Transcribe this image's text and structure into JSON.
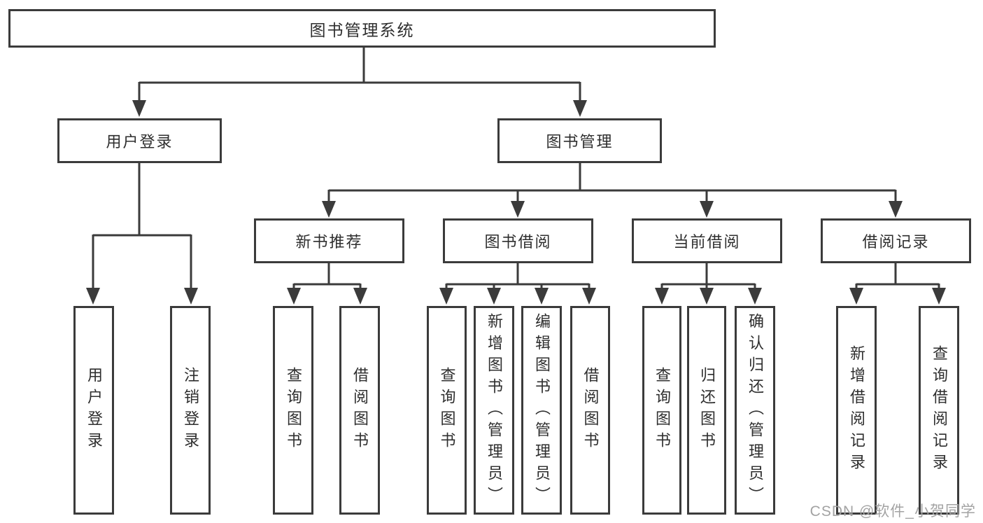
{
  "title": "图书管理系统",
  "tree": {
    "root": {
      "label": "图书管理系统",
      "children": [
        {
          "label": "用户登录",
          "children": [
            {
              "label": "用户登录"
            },
            {
              "label": "注销登录"
            }
          ]
        },
        {
          "label": "图书管理",
          "children": [
            {
              "label": "新书推荐",
              "children": [
                {
                  "label": "查询图书"
                },
                {
                  "label": "借阅图书"
                }
              ]
            },
            {
              "label": "图书借阅",
              "children": [
                {
                  "label": "查询图书"
                },
                {
                  "label": "新增图书（管理员）"
                },
                {
                  "label": "编辑图书（管理员）"
                },
                {
                  "label": "借阅图书"
                }
              ]
            },
            {
              "label": "当前借阅",
              "children": [
                {
                  "label": "查询图书"
                },
                {
                  "label": "归还图书"
                },
                {
                  "label": "确认归还（管理员）"
                }
              ]
            },
            {
              "label": "借阅记录",
              "children": [
                {
                  "label": "新增借阅记录"
                },
                {
                  "label": "查询借阅记录"
                }
              ]
            }
          ]
        }
      ]
    }
  },
  "watermark": {
    "text": "CSDN @软件_小贺同学"
  },
  "colors": {
    "line": "#3b3b3b",
    "text": "#2e2e2e",
    "watermark": "#a3a3a3",
    "background": "#ffffff"
  }
}
